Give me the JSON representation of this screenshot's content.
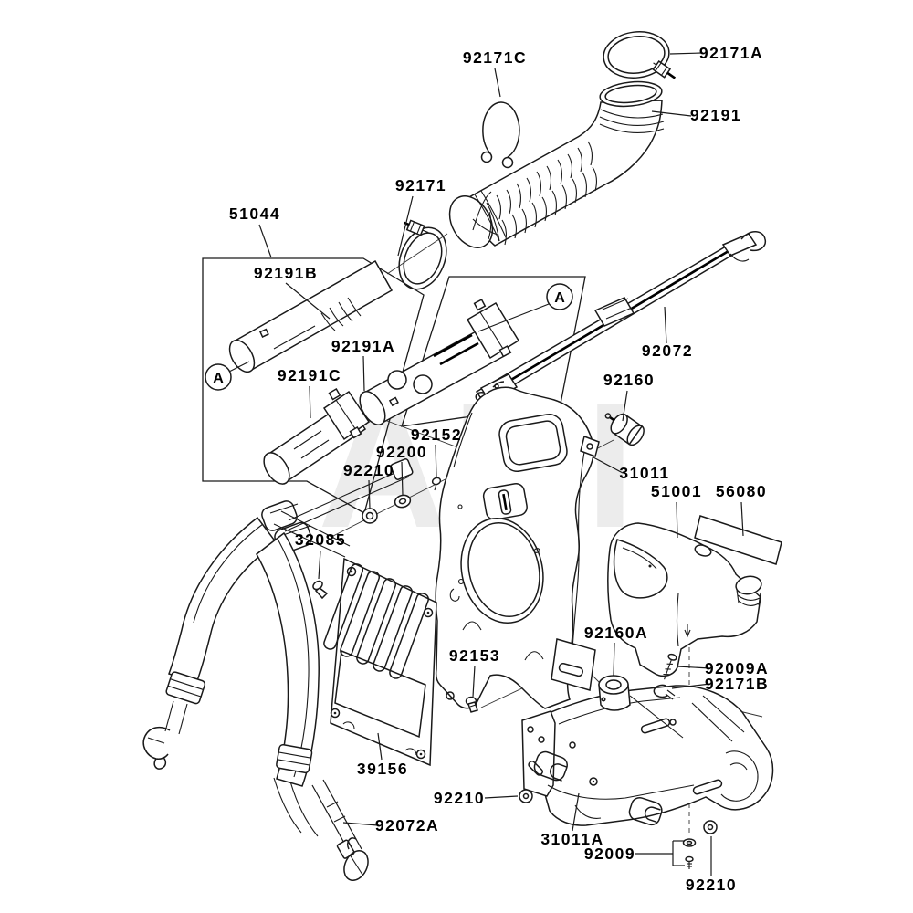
{
  "diagram": {
    "watermark": "ARI",
    "detail_marker": "A",
    "part_labels": [
      {
        "part_no": "92171C"
      },
      {
        "part_no": "92171A"
      },
      {
        "part_no": "92191"
      },
      {
        "part_no": "92171"
      },
      {
        "part_no": "51044"
      },
      {
        "part_no": "92191B"
      },
      {
        "part_no": "92191A"
      },
      {
        "part_no": "92191C"
      },
      {
        "part_no": "92072"
      },
      {
        "part_no": "92160"
      },
      {
        "part_no": "31011"
      },
      {
        "part_no": "51001"
      },
      {
        "part_no": "56080"
      },
      {
        "part_no": "92152"
      },
      {
        "part_no": "92200"
      },
      {
        "part_no": "92210"
      },
      {
        "part_no": "32085"
      },
      {
        "part_no": "92160A"
      },
      {
        "part_no": "92009A"
      },
      {
        "part_no": "92171B"
      },
      {
        "part_no": "92153"
      },
      {
        "part_no": "39156"
      },
      {
        "part_no": "92210"
      },
      {
        "part_no": "92072A"
      },
      {
        "part_no": "31011A"
      },
      {
        "part_no": "92009"
      },
      {
        "part_no": "92210"
      }
    ]
  }
}
